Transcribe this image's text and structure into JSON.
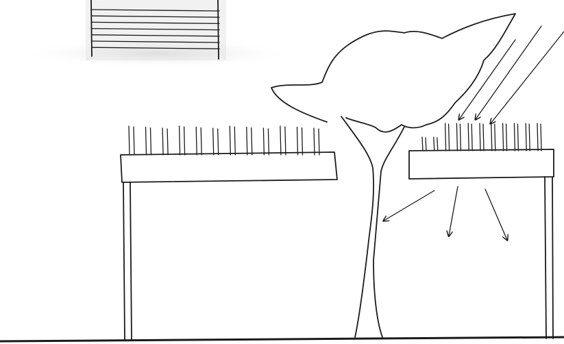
{
  "sketch": {
    "elements": [
      "louvre-window",
      "canopy-left",
      "tree",
      "canopy-right",
      "sun-rays",
      "light-diffusion-arrows",
      "ground-line"
    ],
    "louvre_slat_count": 7,
    "left_fin_count": 12,
    "right_fin_count": 11,
    "sun_ray_count": 3,
    "diffusion_arrow_count": 3
  }
}
